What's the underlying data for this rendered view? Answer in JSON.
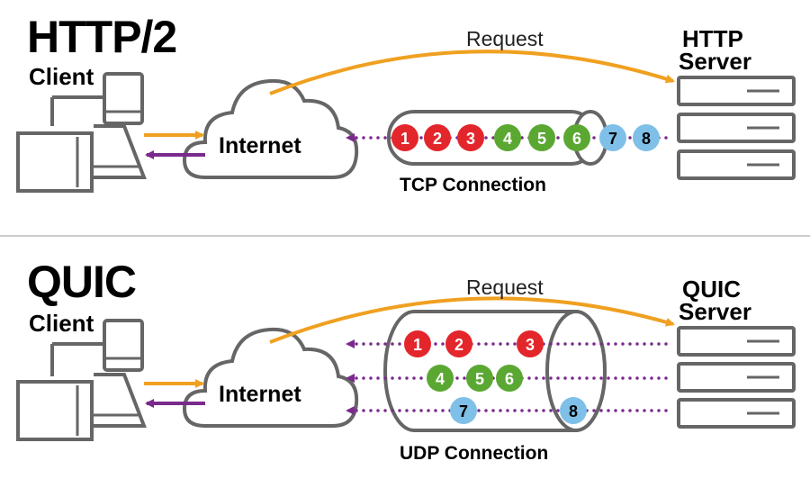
{
  "colors": {
    "orange": "#f0a020",
    "purple": "#7a2a8c",
    "gray": "#666666",
    "red": "#e3262b",
    "green": "#5aa832",
    "blue": "#7fc0e8",
    "divider": "#cccccc"
  },
  "http2": {
    "title": "HTTP/2",
    "client_label": "Client",
    "request_label": "Request",
    "server_label_line1": "HTTP",
    "server_label_line2": "Server",
    "internet_label": "Internet",
    "connection_label": "TCP Connection",
    "packets": [
      {
        "n": "1",
        "color": "red"
      },
      {
        "n": "2",
        "color": "red"
      },
      {
        "n": "3",
        "color": "red"
      },
      {
        "n": "4",
        "color": "green"
      },
      {
        "n": "5",
        "color": "green"
      },
      {
        "n": "6",
        "color": "green"
      },
      {
        "n": "7",
        "color": "blue"
      },
      {
        "n": "8",
        "color": "blue"
      }
    ]
  },
  "quic": {
    "title": "QUIC",
    "client_label": "Client",
    "request_label": "Request",
    "server_label_line1": "QUIC",
    "server_label_line2": "Server",
    "internet_label": "Internet",
    "connection_label": "UDP Connection",
    "streams": [
      {
        "packets": [
          {
            "n": "1",
            "color": "red"
          },
          {
            "n": "2",
            "color": "red"
          },
          {
            "n": "3",
            "color": "red"
          }
        ]
      },
      {
        "packets": [
          {
            "n": "4",
            "color": "green"
          },
          {
            "n": "5",
            "color": "green"
          },
          {
            "n": "6",
            "color": "green"
          }
        ]
      },
      {
        "packets": [
          {
            "n": "7",
            "color": "blue"
          },
          {
            "n": "8",
            "color": "blue"
          }
        ]
      }
    ]
  }
}
